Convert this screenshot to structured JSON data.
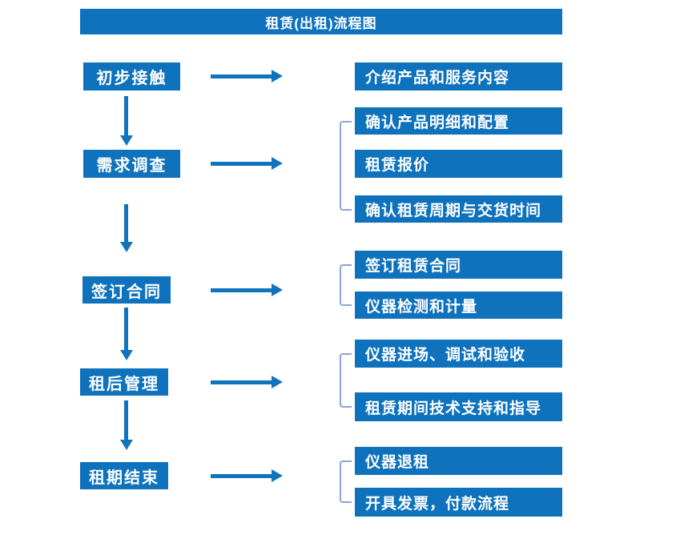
{
  "title": "租赁(出租)流程图",
  "colors": {
    "primary_blue": "#0e72bd",
    "arrow_blue": "#1073be",
    "bracket_blue": "#8ca3d9",
    "text_white": "#ffffff",
    "background": "#ffffff"
  },
  "steps": [
    {
      "label": "初步接触",
      "outputs": [
        "介绍产品和服务内容"
      ]
    },
    {
      "label": "需求调查",
      "outputs": [
        "确认产品明细和配置",
        "租赁报价",
        "确认租赁周期与交货时间"
      ]
    },
    {
      "label": "签订合同",
      "outputs": [
        "签订租赁合同",
        "仪器检测和计量"
      ]
    },
    {
      "label": "租后管理",
      "outputs": [
        "仪器进场、调试和验收",
        "租赁期间技术支持和指导"
      ]
    },
    {
      "label": "租期结束",
      "outputs": [
        "仪器退租",
        "开具发票，付款流程"
      ]
    }
  ]
}
